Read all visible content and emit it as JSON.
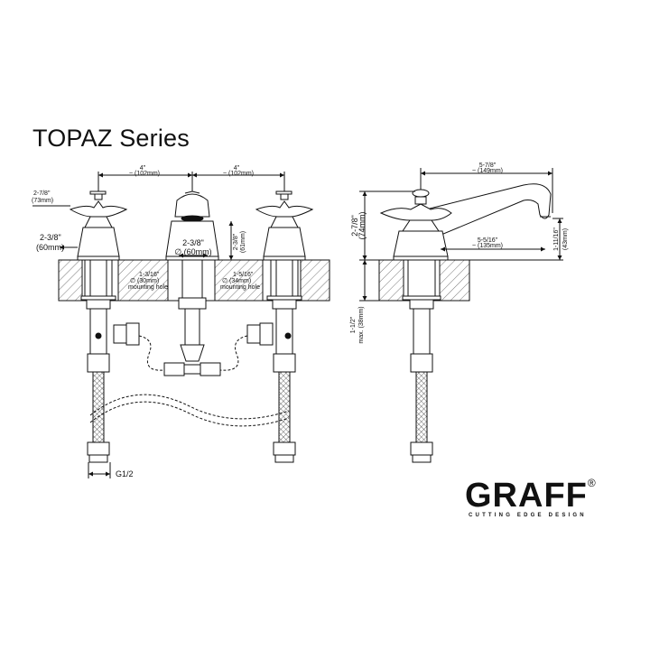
{
  "title": "TOPAZ Series",
  "brand": {
    "name": "GRAFF",
    "registered": "®",
    "tagline": "CUTTING EDGE DESIGN"
  },
  "front_view": {
    "spacing_left": {
      "inch": "4\"",
      "mm": "~ (102mm)"
    },
    "spacing_right": {
      "inch": "4\"",
      "mm": "~ (102mm)"
    },
    "handle_height": {
      "inch": "2-7/8\"",
      "mm": "(73mm)"
    },
    "handle_base_width": {
      "inch": "2-3/8\"",
      "mm": "(60mm)"
    },
    "spout_base_width": {
      "inch": "2-3/8\"",
      "mm": "∅ (60mm)"
    },
    "spout_height": {
      "inch": "2-3/8\"",
      "mm": "(61mm)"
    },
    "center_hole": {
      "inch": "1-3/16\"",
      "mm": "∅ (30mm)",
      "label": "mounting hole"
    },
    "side_hole": {
      "inch": "1-5/16\"",
      "mm": "∅ (34mm)",
      "label": "mounting hole"
    },
    "connection": "G1/2"
  },
  "side_view": {
    "total_depth": {
      "inch": "5-7/8\"",
      "mm": "~ (149mm)"
    },
    "total_height": {
      "inch": "2-7/8\"",
      "mm": "(74mm)"
    },
    "reach": {
      "inch": "5-5/16\"",
      "mm": "~ (135mm)"
    },
    "spout_clearance": {
      "inch": "1-11/16\"",
      "mm": "(43mm)"
    },
    "max_deck": {
      "inch": "1-1/2\"",
      "mm": "max. (38mm)"
    }
  },
  "colors": {
    "line": "#111111",
    "hatch": "#555555",
    "background": "#ffffff"
  }
}
